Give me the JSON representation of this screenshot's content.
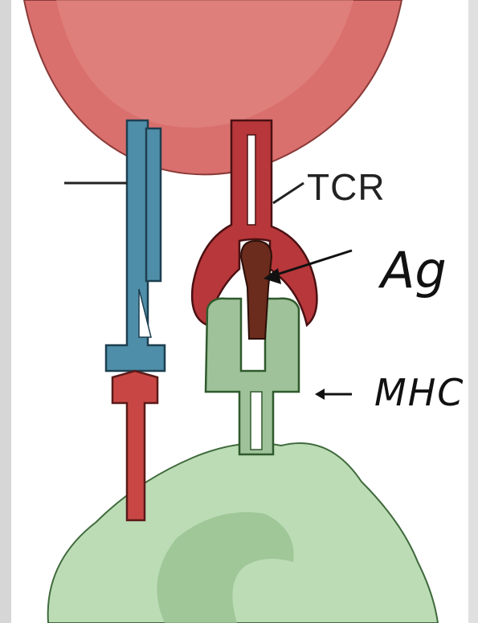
{
  "labels": {
    "tcr": "TCR",
    "ag": "Ag",
    "mhc": "MHC"
  },
  "colors": {
    "t_cell": "#d9706e",
    "tcr_red": "#b7373a",
    "coreceptor_blue": "#4f8ea8",
    "ligand_red": "#c84744",
    "mhc_green": "#9fc29a",
    "antigen_brown": "#6b2b1d",
    "apc_green": "#bcdcb6",
    "outline": "#111111"
  }
}
